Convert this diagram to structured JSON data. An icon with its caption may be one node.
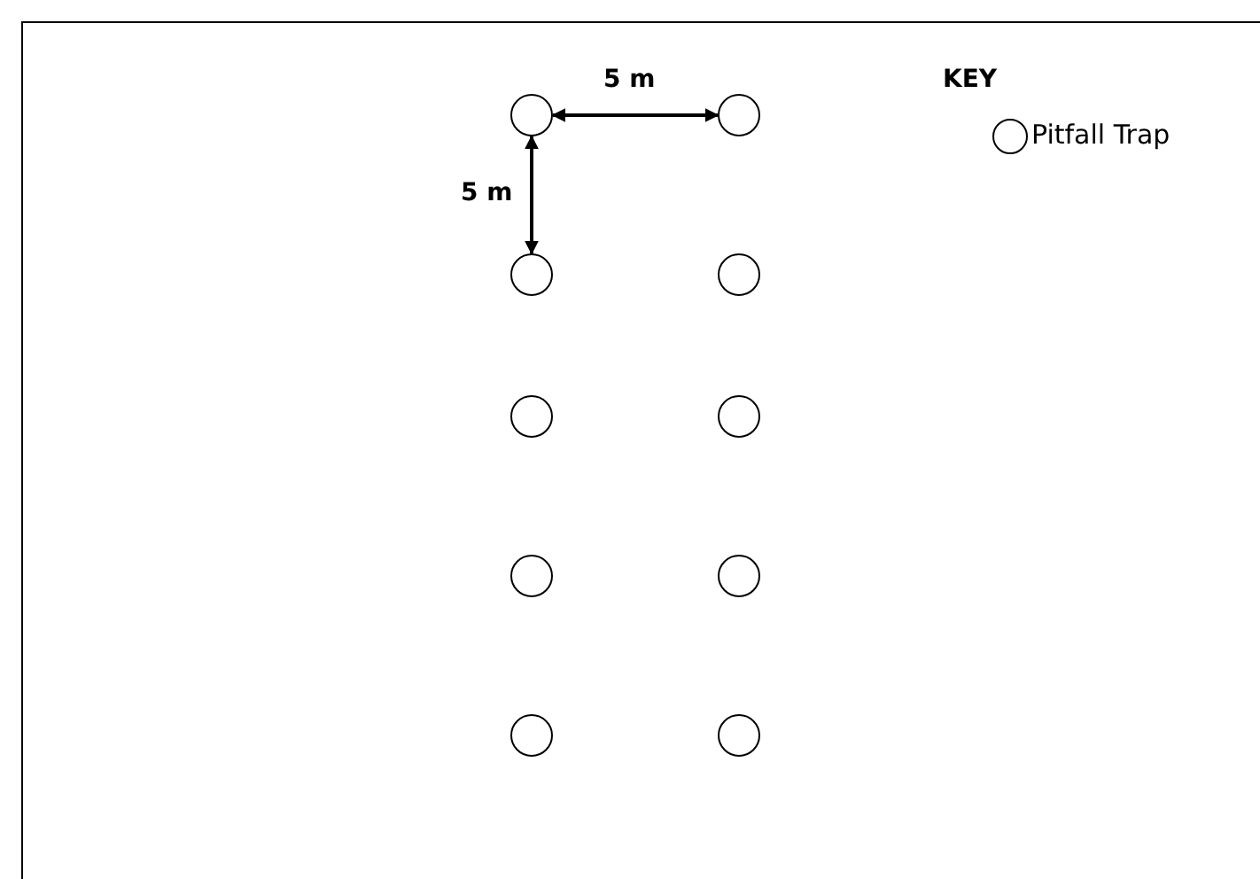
{
  "diagram": {
    "nodes": [
      {
        "text": [],
        "shape": "circle"
      },
      {
        "text": [],
        "shape": "circle"
      },
      {
        "text": [],
        "shape": "circle"
      },
      {
        "text": [],
        "shape": "circle"
      },
      {
        "text": [],
        "shape": "circle"
      },
      {
        "text": [],
        "shape": "circle"
      },
      {
        "text": [],
        "shape": "circle"
      },
      {
        "text": [],
        "shape": "circle"
      },
      {
        "text": [],
        "shape": "circle"
      },
      {
        "text": [],
        "shape": "circle"
      }
    ],
    "edges": [
      {
        "from": 0,
        "to": 1,
        "arrow": "both",
        "label": "5 m"
      },
      {
        "from": 0,
        "to": 2,
        "arrow": "both",
        "label": "5 m"
      }
    ],
    "labels": [
      "KEY"
    ],
    "legend": [
      {
        "text": "Pitfall Trap"
      }
    ]
  }
}
